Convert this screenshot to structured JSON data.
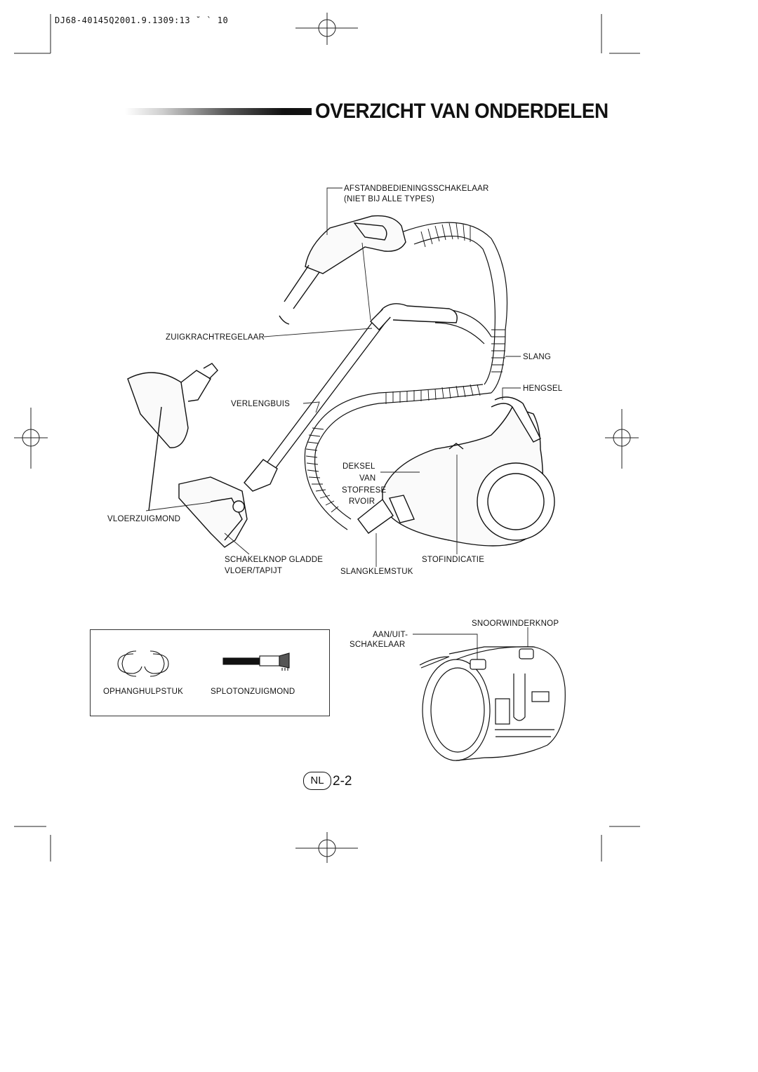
{
  "header": {
    "print_code": "DJ68-40145Q2001.9.1309:13  ˘  `  10"
  },
  "title": "OVERZICHT VAN ONDERDELEN",
  "labels": {
    "remote_switch": "AFSTANDBEDIENINGSSCHAKELAAR",
    "remote_switch_note": "(NIET BIJ ALLE TYPES)",
    "suction_regulator": "ZUIGKRACHTREGELAAR",
    "hose": "SLANG",
    "handle": "HENGSEL",
    "extension_tube": "VERLENGBUIS",
    "dust_cover_1": "DEKSEL",
    "dust_cover_2": "VAN",
    "dust_cover_3": "STOFRESE",
    "dust_cover_4": "RVOIR",
    "floor_nozzle": "VLOERZUIGMOND",
    "switch_knob_1": "SCHAKELKNOP GLADDE",
    "switch_knob_2": "VLOER/TAPIJT",
    "dust_indicator": "STOFINDICATIE",
    "hose_clamp": "SLANGKLEMSTUK",
    "cord_rewind": "SNOORWINDERKNOP",
    "on_off_1": "AAN/UIT-",
    "on_off_2": "SCHAKELAAR",
    "dusting_aid": "OPHANGHULPSTUK",
    "crevice_tool": "SPLOTONZUIGMOND"
  },
  "footer": {
    "lang_badge": "NL",
    "page": "2-2"
  }
}
